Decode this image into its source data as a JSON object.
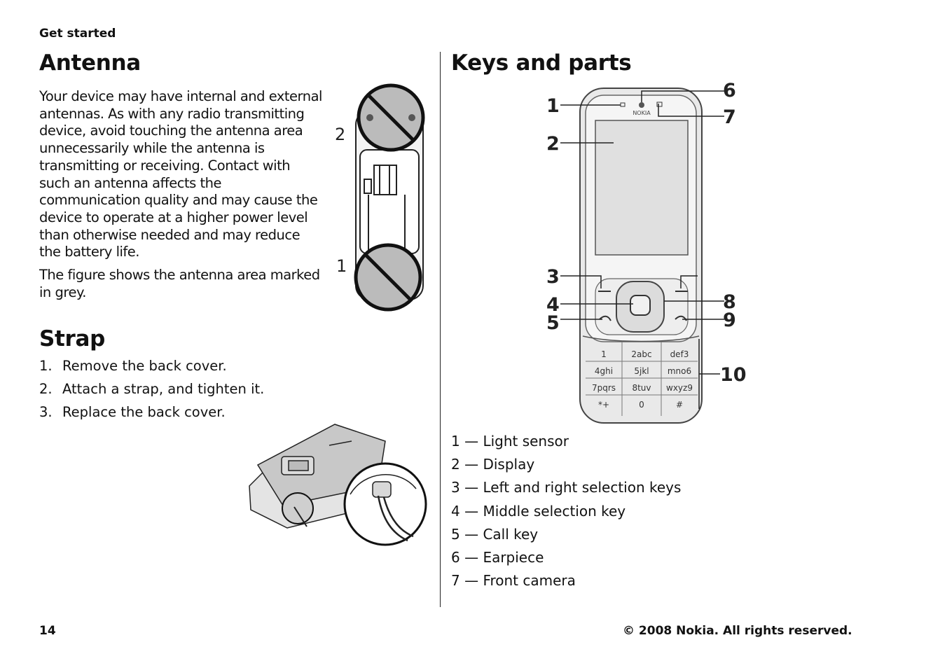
{
  "header": {
    "section": "Get started"
  },
  "antenna": {
    "title": "Antenna",
    "lines": [
      "Your device may have internal and external",
      "antennas. As with any radio transmitting",
      "device, avoid touching the antenna area",
      "unnecessarily while the antenna is",
      "transmitting or receiving. Contact with",
      "such an antenna affects the",
      "communication quality and may cause the",
      "device to operate at a higher power level",
      "than otherwise needed and may reduce",
      "the battery life."
    ],
    "figure_lines": [
      "The figure shows the antenna area marked",
      "in grey."
    ],
    "callouts": [
      "2",
      "1"
    ]
  },
  "strap": {
    "title": "Strap",
    "steps": [
      {
        "num": "1.",
        "text": "Remove the back cover."
      },
      {
        "num": "2.",
        "text": "Attach a strap, and tighten it."
      },
      {
        "num": "3.",
        "text": "Replace the back cover."
      }
    ]
  },
  "keys": {
    "title": "Keys and parts",
    "callouts": [
      "1",
      "2",
      "3",
      "4",
      "5",
      "6",
      "7",
      "8",
      "9",
      "10"
    ],
    "parts": [
      "1 — Light sensor",
      "2 — Display",
      "3 — Left and right selection keys",
      "4 — Middle selection key",
      "5 — Call key",
      "6 — Earpiece",
      "7 — Front camera"
    ],
    "phone_brand": "NOKIA",
    "keypad": [
      "1",
      "2abc",
      "def3",
      "4ghi",
      "5jkl",
      "mno6",
      "7pqrs",
      "8tuv",
      "wxyz9",
      "*+",
      "0",
      "#"
    ]
  },
  "footer": {
    "page_number": "14",
    "copyright": "© 2008 Nokia. All rights reserved."
  }
}
